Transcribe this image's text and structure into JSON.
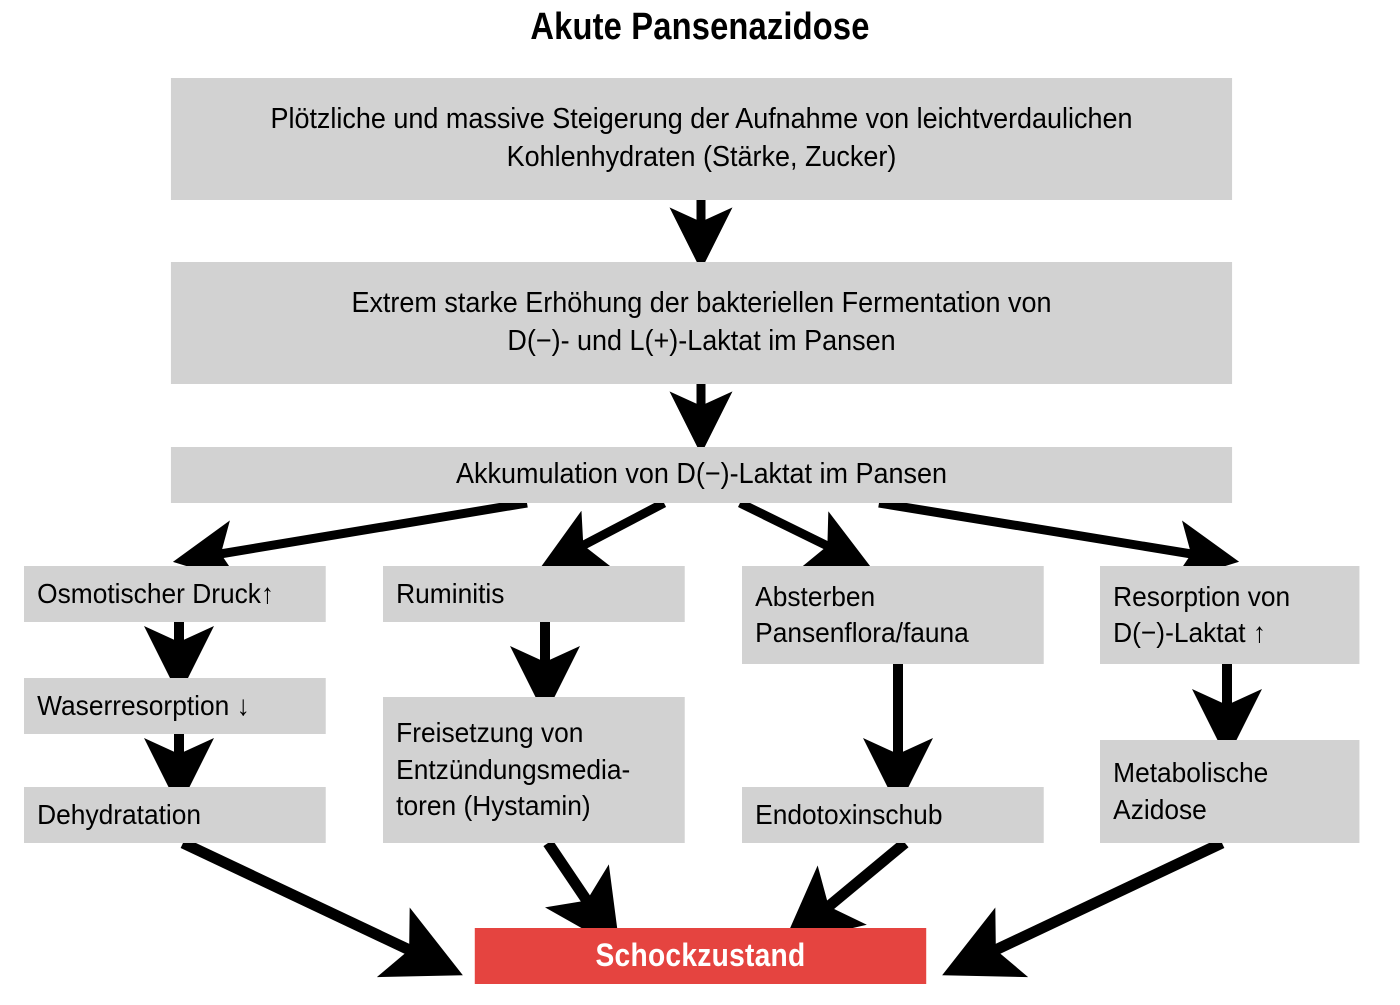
{
  "title": "Akute Pansenazidose",
  "colors": {
    "box_fill": "#d2d2d2",
    "shock_fill": "#e54440",
    "shock_text": "#ffffff",
    "text": "#000000",
    "arrow": "#000000",
    "background": "#ffffff"
  },
  "nodes": {
    "trigger": "Plötzliche und massive Steigerung der Aufnahme von leichtverdaulichen\nKohlenhydraten (Stärke, Zucker)",
    "fermentation": "Extrem starke Erhöhung der bakteriellen Fermentation von\nD(−)- und L(+)-Laktat im Pansen",
    "accumulation": "Akkumulation von D(−)-Laktat im Pansen",
    "osmotic_pressure": "Osmotischer Druck↑",
    "water_resorption": "Waserresorption ↓",
    "dehydration": "Dehydratation",
    "ruminitis": "Ruminitis",
    "mediators": "Freisetzung von\nEntzündungsmedia-\ntoren (Hystamin)",
    "flora_death": "Absterben\nPansenflora/fauna",
    "endotoxin": "Endotoxinschub",
    "lactate_resorption": "Resorption von\nD(−)-Laktat ↑",
    "metabolic_acidosis": "Metabolische\nAzidose",
    "shock": "Schockzustand"
  },
  "chart_data": {
    "type": "diagram",
    "title": "Akute Pansenazidose",
    "diagram_kind": "flowchart",
    "orientation": "top-to-bottom",
    "nodes": [
      {
        "id": "trigger",
        "label": "Plötzliche und massive Steigerung der Aufnahme von leichtverdaulichen Kohlenhydraten (Stärke, Zucker)",
        "style": "gray",
        "level": 1
      },
      {
        "id": "fermentation",
        "label": "Extrem starke Erhöhung der bakteriellen Fermentation von D(−)- und L(+)-Laktat im Pansen",
        "style": "gray",
        "level": 2
      },
      {
        "id": "accumulation",
        "label": "Akkumulation von D(−)-Laktat im Pansen",
        "style": "gray",
        "level": 3
      },
      {
        "id": "osmotic_pressure",
        "label": "Osmotischer Druck↑",
        "style": "gray",
        "level": 4,
        "branch": 1
      },
      {
        "id": "water_resorption",
        "label": "Waserresorption ↓",
        "style": "gray",
        "level": 5,
        "branch": 1
      },
      {
        "id": "dehydration",
        "label": "Dehydratation",
        "style": "gray",
        "level": 6,
        "branch": 1
      },
      {
        "id": "ruminitis",
        "label": "Ruminitis",
        "style": "gray",
        "level": 4,
        "branch": 2
      },
      {
        "id": "mediators",
        "label": "Freisetzung von Entzündungsmedia-toren (Hystamin)",
        "style": "gray",
        "level": 5,
        "branch": 2
      },
      {
        "id": "flora_death",
        "label": "Absterben Pansenflora/fauna",
        "style": "gray",
        "level": 4,
        "branch": 3
      },
      {
        "id": "endotoxin",
        "label": "Endotoxinschub",
        "style": "gray",
        "level": 6,
        "branch": 3
      },
      {
        "id": "lactate_resorption",
        "label": "Resorption von D(−)-Laktat ↑",
        "style": "gray",
        "level": 4,
        "branch": 4
      },
      {
        "id": "metabolic_acidosis",
        "label": "Metabolische Azidose",
        "style": "gray",
        "level": 5,
        "branch": 4
      },
      {
        "id": "shock",
        "label": "Schockzustand",
        "style": "red",
        "level": 7
      }
    ],
    "edges": [
      {
        "from": "trigger",
        "to": "fermentation"
      },
      {
        "from": "fermentation",
        "to": "accumulation"
      },
      {
        "from": "accumulation",
        "to": "osmotic_pressure"
      },
      {
        "from": "accumulation",
        "to": "ruminitis"
      },
      {
        "from": "accumulation",
        "to": "flora_death"
      },
      {
        "from": "accumulation",
        "to": "lactate_resorption"
      },
      {
        "from": "osmotic_pressure",
        "to": "water_resorption"
      },
      {
        "from": "water_resorption",
        "to": "dehydration"
      },
      {
        "from": "ruminitis",
        "to": "mediators"
      },
      {
        "from": "flora_death",
        "to": "endotoxin"
      },
      {
        "from": "lactate_resorption",
        "to": "metabolic_acidosis"
      },
      {
        "from": "dehydration",
        "to": "shock"
      },
      {
        "from": "mediators",
        "to": "shock"
      },
      {
        "from": "endotoxin",
        "to": "shock"
      },
      {
        "from": "metabolic_acidosis",
        "to": "shock"
      }
    ]
  }
}
